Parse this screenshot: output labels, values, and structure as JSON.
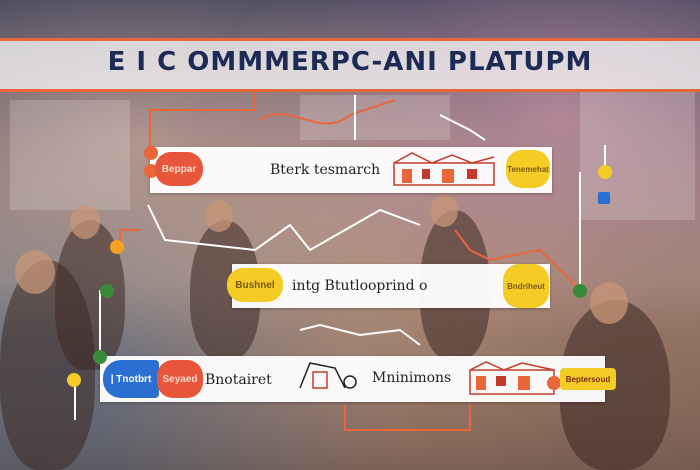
{
  "title": "E I C OMMMERPC-ANI PLATUPM",
  "bands": [
    {
      "left_pill": "Beppar",
      "text": "Bterk  tesmarch",
      "right_pill": "Tenemehat"
    },
    {
      "left_pill": "Bushnel",
      "text": "intg Btutlooprind o",
      "right_pill": "Bndriheut"
    },
    {
      "left_tag": "| Tnotbrt",
      "left_pill": "Seyaed",
      "text_left": "Bnotairet",
      "text_right": "Mninimons",
      "right_pill": "Beptersoud"
    }
  ],
  "colors": {
    "accent_orange": "#e8663a",
    "pill_yellow": "#f5cc26",
    "pill_red": "#e8553a",
    "pill_blue": "#2a6fd1",
    "title_navy": "#1d2a55"
  }
}
